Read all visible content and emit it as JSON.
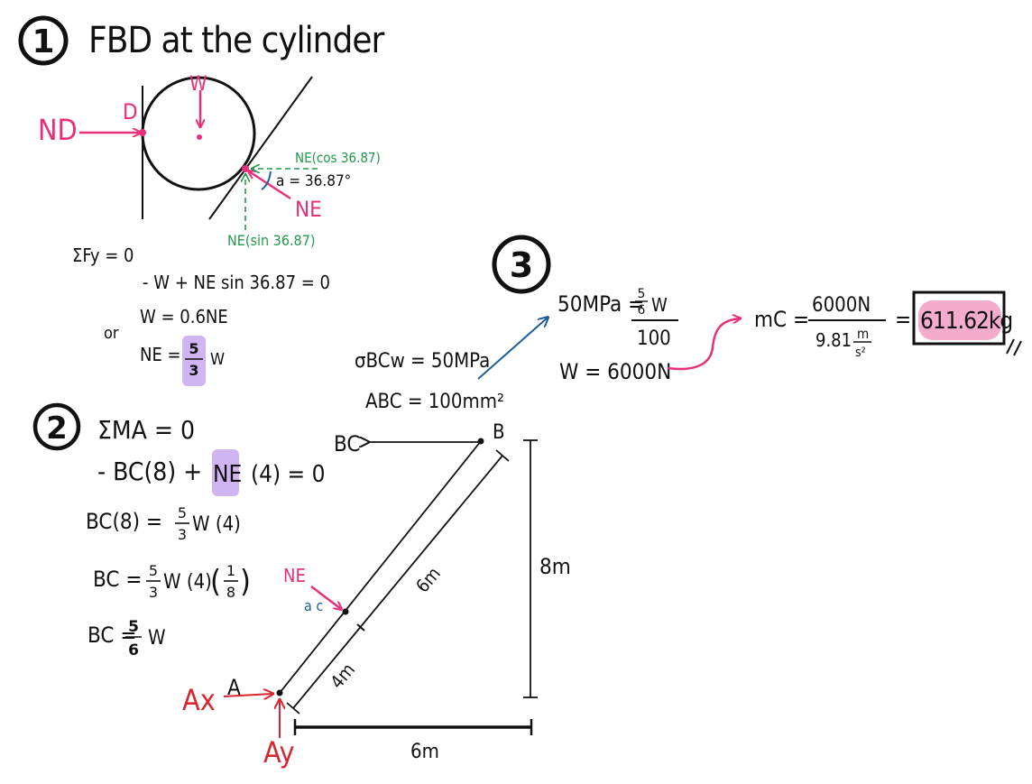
{
  "colors": {
    "ink": "#111111",
    "pink": "#e8307a",
    "green": "#1f9a4a",
    "blue": "#1d5e9c",
    "red": "#d8262e",
    "purple_highlight": "#c7a8ef",
    "pink_highlight": "#f2a3c6"
  },
  "section1": {
    "step_number": "1",
    "title": "FBD at the cylinder",
    "labels": {
      "nd": "ND",
      "d": "D",
      "w": "W",
      "ne_cos": "NE(cos 36.87)",
      "alpha": "a = 36.87°",
      "ne": "NE",
      "ne_sin": "NE(sin 36.87)"
    },
    "equations": {
      "sum_fy": "ΣFy = 0",
      "eq1": "- W + NE sin 36.87 = 0",
      "eq2": "W = 0.6NE",
      "or": "or",
      "eq3_left": "NE =",
      "eq3_frac_num": "5",
      "eq3_frac_den": "3",
      "eq3_var": "W"
    }
  },
  "section2": {
    "step_number": "2",
    "sum_ma": "ΣMA = 0",
    "eq1_left": "- BC(8) +",
    "eq1_ne": "NE",
    "eq1_right": "(4) = 0",
    "eq2_left": "BC(8) =",
    "eq2_num": "5",
    "eq2_den": "3",
    "eq2_right": "W (4)",
    "eq3_left": "BC =",
    "eq3_num": "5",
    "eq3_den": "3",
    "eq3_mid": "W (4)",
    "eq3_num2": "1",
    "eq3_den2": "8",
    "eq4_left": "BC =",
    "eq4_num": "5",
    "eq4_den": "6",
    "eq4_var": "W"
  },
  "diagram": {
    "bc": "BC",
    "b": "B",
    "a": "A",
    "ax": "Ax",
    "ay": "Ay",
    "ne": "NE",
    "alpha": "a c",
    "len_6m": "6m",
    "len_4m": "4m",
    "height_8m": "8m",
    "base_6m": "6m",
    "sigma": "σBCw = 50MPa",
    "area": "ABC = 100mm²"
  },
  "section3": {
    "step_number": "3",
    "eq1_left": "50MPa =",
    "eq1_num_top": "5",
    "eq1_num_bot": "6",
    "eq1_num_var": "W",
    "eq1_den": "100",
    "eq2": "W = 6000N",
    "mc_left": "mC =",
    "mc_num": "6000N",
    "mc_den_val": "9.81",
    "mc_den_unit_top": "m",
    "mc_den_unit_bot": "s²",
    "eq_sign": "=",
    "answer": "611.62kg"
  }
}
